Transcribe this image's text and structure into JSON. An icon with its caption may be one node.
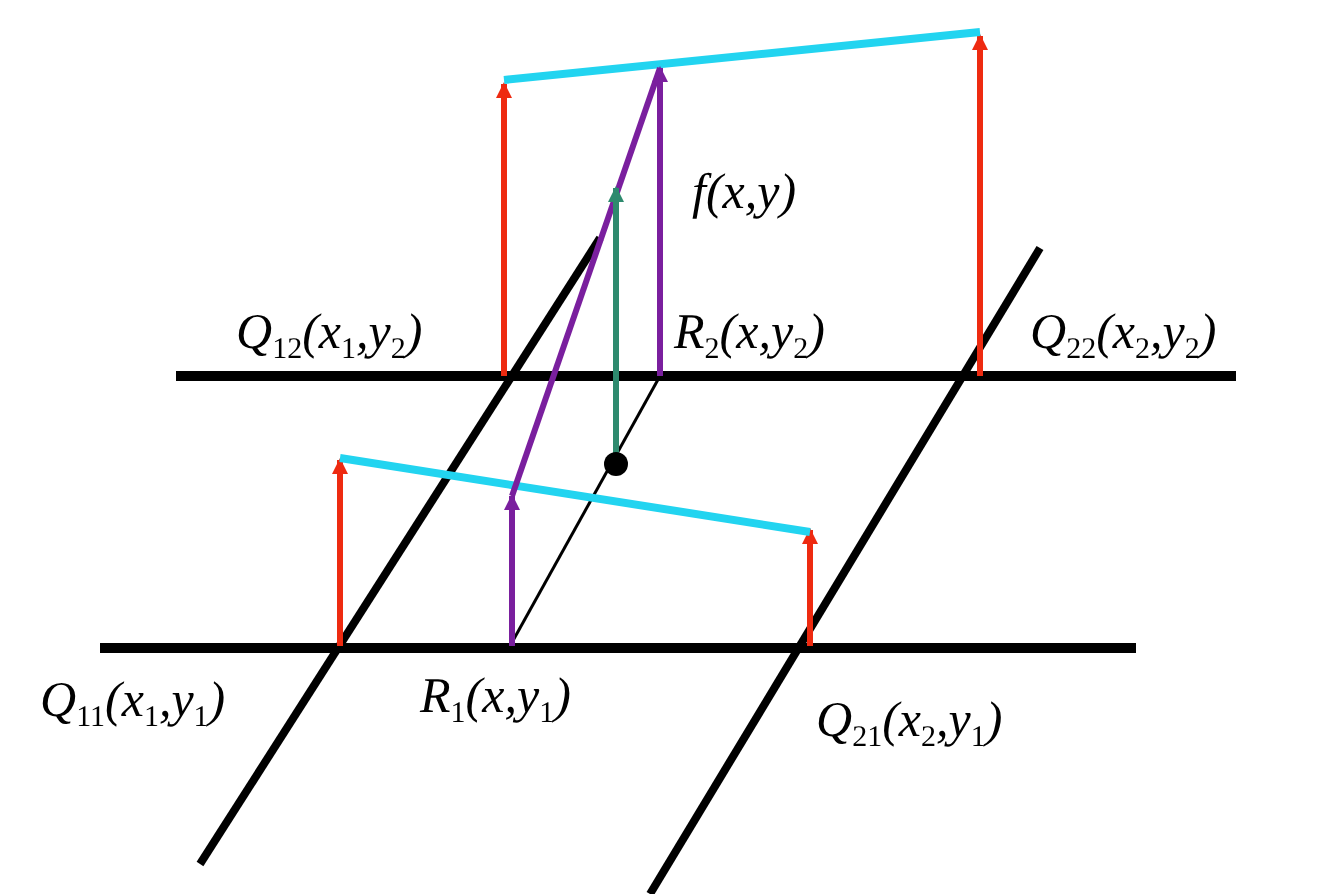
{
  "diagram": {
    "labels": [
      "f(x,y)",
      "Q$_{12}$(x$_{1}$,y$_{2}$)",
      "R$_{2}$(x,y$_{2}$)",
      "Q$_{22}$(x$_{2}$,y$_{2}$)",
      "Q$_{11}$(x$_{1}$,y$_{1}$)",
      "R$_{1}$(x,y$_{1}$)",
      "Q$_{21}$(x$_{2}$,y$_{1}$)"
    ]
  }
}
